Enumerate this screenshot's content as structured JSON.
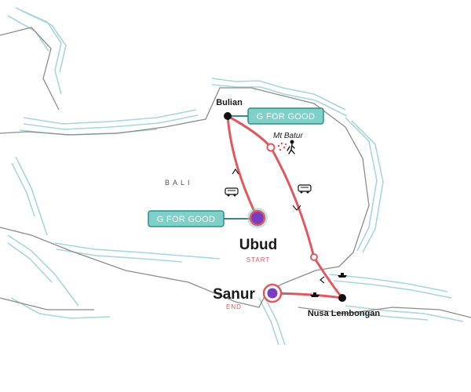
{
  "map": {
    "region_label": "BALI",
    "colors": {
      "route": "#e0595f",
      "tag_fill": "#7fd0c8",
      "tag_stroke": "#2f8f86",
      "marker_fill": "#7a3cc0",
      "coast": "#a7d6dc",
      "outline": "#8c8c8c"
    },
    "places": {
      "bulian": "Bulian",
      "mt_batur": "Mt Batur",
      "ubud": "Ubud",
      "ubud_sub": "START",
      "sanur": "Sanur",
      "sanur_sub": "END",
      "nusa": "Nusa Lembongan"
    },
    "tags": {
      "top": "G FOR GOOD",
      "left": "G FOR GOOD"
    },
    "icons": {
      "bus_1": "bus-icon",
      "bus_2": "bus-icon",
      "boat_1": "boat-icon",
      "boat_2": "boat-icon",
      "hiker": "hiker-icon",
      "volcano": "volcano-icon"
    }
  }
}
